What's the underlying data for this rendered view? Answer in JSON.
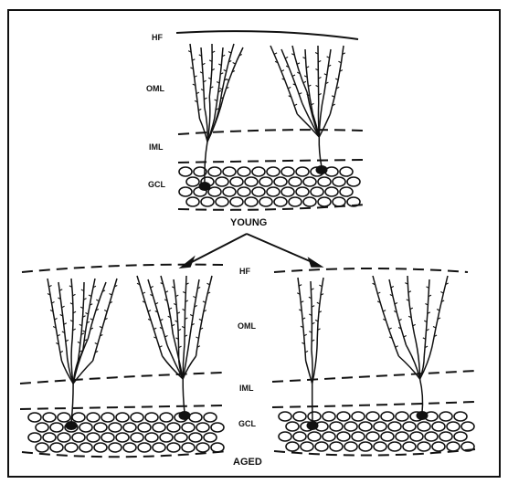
{
  "figure": {
    "labels": {
      "hf": "HF",
      "oml": "OML",
      "iml": "IML",
      "gcl": "GCL"
    },
    "captions": {
      "young": "YOUNG",
      "aged": "AGED"
    }
  },
  "colors": {
    "ink": "#111111",
    "background": "#ffffff"
  }
}
